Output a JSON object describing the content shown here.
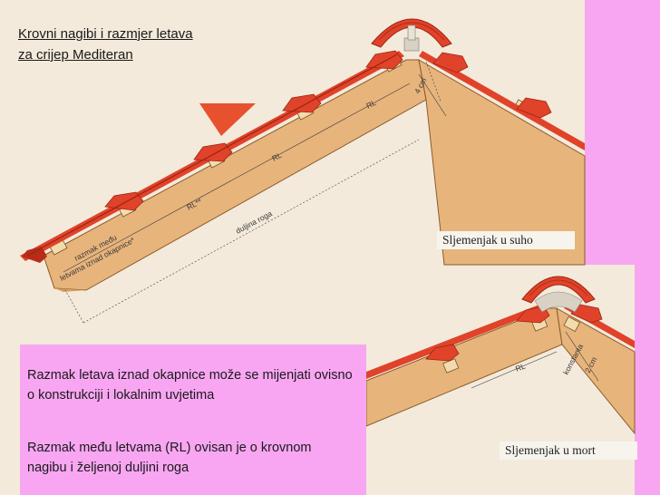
{
  "title": {
    "line1": "Krovni nagibi i razmjer letava",
    "line2": "za crijep Mediteran"
  },
  "notes": {
    "note1": "Razmak letava iznad okapnice može se mijenjati ovisno o konstrukciji i lokalnim uvjetima",
    "note2": "Razmak među letvama (RL) ovisan je o krovnom nagibu i željenoj duljini roga"
  },
  "labels": {
    "dry_ridge": "Sljemenjak u suho",
    "mortar_ridge": "Sljemenjak u mort"
  },
  "diagram_text": {
    "rl": "RL",
    "rl_star": "RL**",
    "four_cm": "4 cm",
    "rafter_length": "duljina roga",
    "eaves_spacing_1": "razmak među",
    "eaves_spacing_2": "letvama iznad okapnice*",
    "constant": "konstanta",
    "two_cm": "2 cm"
  },
  "colors": {
    "tile_red": "#e0432a",
    "tile_dark": "#b62c18",
    "rafter": "#e7b47c",
    "batten": "#f2dcae",
    "pink": "#f8a6f2",
    "background": "#f3eadb",
    "arrow": "#e8512e"
  }
}
